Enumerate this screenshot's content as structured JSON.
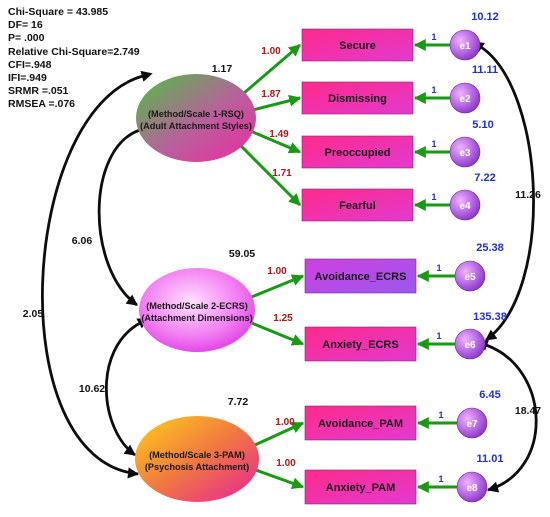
{
  "fit_stats": [
    "Chi-Square = 43.985",
    "DF= 16",
    "P= .000",
    "Relative Chi-Square=2.749",
    "CFI=.948",
    "IFI=.949",
    "SRMR  =.051",
    "RMSEA =.076"
  ],
  "latents": [
    {
      "id": "f1",
      "line1": "(Method/Scale 1-RSQ)",
      "line2": "(Adult Attachment Styles)",
      "variance": "1.17"
    },
    {
      "id": "f2",
      "line1": "(Method/Scale 2-ECRS)",
      "line2": "(Attachment Dimensions)",
      "variance": "59.05"
    },
    {
      "id": "f3",
      "line1": "(Method/Scale 3-PAM)",
      "line2": "(Psychosis Attachment)",
      "variance": "7.72"
    }
  ],
  "indicators": [
    {
      "label": "Secure",
      "loading": "1.00",
      "error": "e1",
      "error_variance": "10.12",
      "error_path": "1"
    },
    {
      "label": "Dismissing",
      "loading": "1.87",
      "error": "e2",
      "error_variance": "11.11",
      "error_path": "1"
    },
    {
      "label": "Preoccupied",
      "loading": "1.49",
      "error": "e3",
      "error_variance": "5.10",
      "error_path": "1"
    },
    {
      "label": "Fearful",
      "loading": "1.71",
      "error": "e4",
      "error_variance": "7.22",
      "error_path": "1"
    },
    {
      "label": "Avoidance_ECRS",
      "loading": "1.00",
      "error": "e5",
      "error_variance": "25.38",
      "error_path": "1"
    },
    {
      "label": "Anxiety_ECRS",
      "loading": "1.25",
      "error": "e6",
      "error_variance": "135.38",
      "error_path": "1"
    },
    {
      "label": "Avoidance_PAM",
      "loading": "1.00",
      "error": "e7",
      "error_variance": "6.45",
      "error_path": "1"
    },
    {
      "label": "Anxiety_PAM",
      "loading": "1.00",
      "error": "e8",
      "error_variance": "11.01",
      "error_path": "1"
    }
  ],
  "covariances": {
    "f1_f2": "6.06",
    "f2_f3": "10.62",
    "f1_f3": "2.05",
    "e1_e6": "11.26",
    "e6_e8": "18.47"
  },
  "colors": {
    "arrow": "#1a9a14",
    "covariance": "#0d0d0d",
    "loading_text": "#b01818",
    "variance_text": "#1f2fd0",
    "box_gradient": [
      "#ff2a90",
      "#c040d8"
    ]
  }
}
